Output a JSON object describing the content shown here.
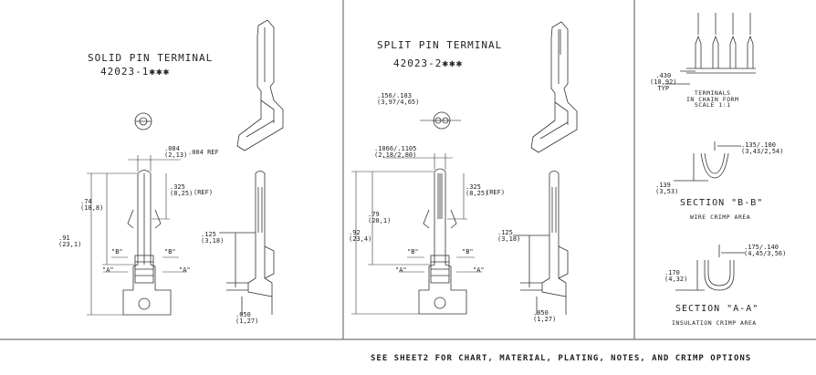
{
  "solid": {
    "title": "SOLID PIN TERMINAL",
    "part_no": "42023-1✱✱✱",
    "dim_width": ".084\n(2,13)",
    "dim_width_ref": ".004 REF",
    "dim_overall": ".91\n(23,1)",
    "dim_body": ".74\n(18,8)",
    "dim_pin": ".325\n(8,25)",
    "dim_pin_ref": "(REF)",
    "dim_side": ".125\n(3,18)",
    "dim_bottom": ".050\n(1,27)",
    "label_b_left": "\"B\"",
    "label_b_right": "\"B\"",
    "label_a_left": "\"A\"",
    "label_a_right": "\"A\""
  },
  "split": {
    "title": "SPLIT PIN TERMINAL",
    "part_no": "42023-2✱✱✱",
    "dim_top": ".156/.183\n(3,97/4,65)",
    "dim_width": ".1066/.1105\n(2,18/2,80)",
    "dim_overall": ".92\n(23,4)",
    "dim_body": ".79\n(20,1)",
    "dim_pin": ".325\n(8,25)",
    "dim_pin_ref": "(REF)",
    "dim_side": ".125\n(3,18)",
    "dim_bottom": ".050\n(1,27)",
    "label_b_left": "\"B\"",
    "label_b_right": "\"B\"",
    "label_a_left": "\"A\"",
    "label_a_right": "\"A\""
  },
  "right": {
    "dim_pitch": ".430\n(10,92)\nTYP",
    "chain_label": "TERMINALS\nIN CHAIN FORM\nSCALE 1:1",
    "dim_bb_width": ".135/.100\n(3,43/2,54)",
    "dim_bb_height": ".139\n(3,53)",
    "section_bb": "SECTION \"B-B\"",
    "section_bb_sub": "WIRE CRIMP AREA",
    "dim_aa_width": ".175/.140\n(4,45/3,56)",
    "dim_aa_height": ".170\n(4,32)",
    "section_aa": "SECTION \"A-A\"",
    "section_aa_sub": "INSULATION CRIMP AREA"
  },
  "footer": "SEE SHEET2 FOR CHART, MATERIAL, PLATING, NOTES, AND CRIMP OPTIONS"
}
